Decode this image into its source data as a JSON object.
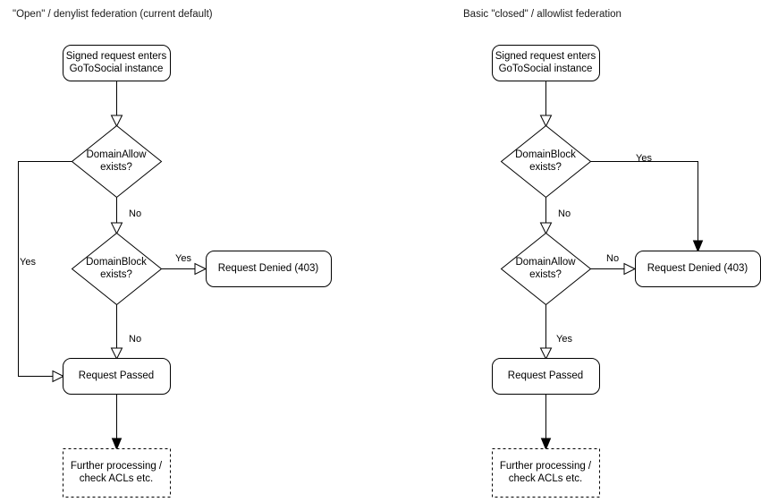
{
  "diagram": {
    "type": "flowchart",
    "title_left": "\"Open\" / denylist federation (current default)",
    "title_right": "Basic \"closed\" / allowlist federation",
    "panels": [
      {
        "id": "open-denylist",
        "title": "\"Open\" / denylist federation (current default)",
        "nodes": [
          {
            "id": "entry",
            "shape": "rounded-rect",
            "text": "Signed request enters\nGoToSocial instance"
          },
          {
            "id": "domain-allow",
            "shape": "diamond",
            "text": "DomainAllow\nexists?"
          },
          {
            "id": "domain-block",
            "shape": "diamond",
            "text": "DomainBlock\nexists?"
          },
          {
            "id": "denied",
            "shape": "rounded-rect",
            "text": "Request Denied (403)"
          },
          {
            "id": "passed",
            "shape": "rounded-rect",
            "text": "Request Passed"
          },
          {
            "id": "further",
            "shape": "dashed-rect",
            "text": "Further processing /\ncheck ACLs etc."
          }
        ],
        "edges": [
          {
            "from": "entry",
            "to": "domain-allow",
            "label": ""
          },
          {
            "from": "domain-allow",
            "to": "passed",
            "label": "Yes"
          },
          {
            "from": "domain-allow",
            "to": "domain-block",
            "label": "No"
          },
          {
            "from": "domain-block",
            "to": "denied",
            "label": "Yes"
          },
          {
            "from": "domain-block",
            "to": "passed",
            "label": "No"
          },
          {
            "from": "passed",
            "to": "further",
            "label": ""
          }
        ]
      },
      {
        "id": "closed-allowlist",
        "title": "Basic \"closed\" / allowlist federation",
        "nodes": [
          {
            "id": "entry",
            "shape": "rounded-rect",
            "text": "Signed request enters\nGoToSocial instance"
          },
          {
            "id": "domain-block",
            "shape": "diamond",
            "text": "DomainBlock\nexists?"
          },
          {
            "id": "domain-allow",
            "shape": "diamond",
            "text": "DomainAllow\nexists?"
          },
          {
            "id": "denied",
            "shape": "rounded-rect",
            "text": "Request Denied (403)"
          },
          {
            "id": "passed",
            "shape": "rounded-rect",
            "text": "Request Passed"
          },
          {
            "id": "further",
            "shape": "dashed-rect",
            "text": "Further processing /\ncheck ACLs etc."
          }
        ],
        "edges": [
          {
            "from": "entry",
            "to": "domain-block",
            "label": ""
          },
          {
            "from": "domain-block",
            "to": "denied",
            "label": "Yes"
          },
          {
            "from": "domain-block",
            "to": "domain-allow",
            "label": "No"
          },
          {
            "from": "domain-allow",
            "to": "denied",
            "label": "No"
          },
          {
            "from": "domain-allow",
            "to": "passed",
            "label": "Yes"
          },
          {
            "from": "passed",
            "to": "further",
            "label": ""
          }
        ]
      }
    ]
  },
  "left": {
    "title": "\"Open\" / denylist federation (current default)",
    "entry": "Signed request enters\nGoToSocial instance",
    "decision1": "DomainAllow\nexists?",
    "decision2": "DomainBlock\nexists?",
    "denied": "Request Denied (403)",
    "passed": "Request Passed",
    "further": "Further processing /\ncheck ACLs etc.",
    "label_allow_yes": "Yes",
    "label_allow_no": "No",
    "label_block_yes": "Yes",
    "label_block_no": "No"
  },
  "right": {
    "title": "Basic \"closed\" / allowlist federation",
    "entry": "Signed request enters\nGoToSocial instance",
    "decision1": "DomainBlock\nexists?",
    "decision2": "DomainAllow\nexists?",
    "denied": "Request Denied (403)",
    "passed": "Request Passed",
    "further": "Further processing /\ncheck ACLs etc.",
    "label_block_yes": "Yes",
    "label_block_no": "No",
    "label_allow_no": "No",
    "label_allow_yes": "Yes"
  },
  "colors": {
    "stroke": "#000000",
    "fill": "#ffffff",
    "text": "#000000",
    "background": "#ffffff"
  }
}
